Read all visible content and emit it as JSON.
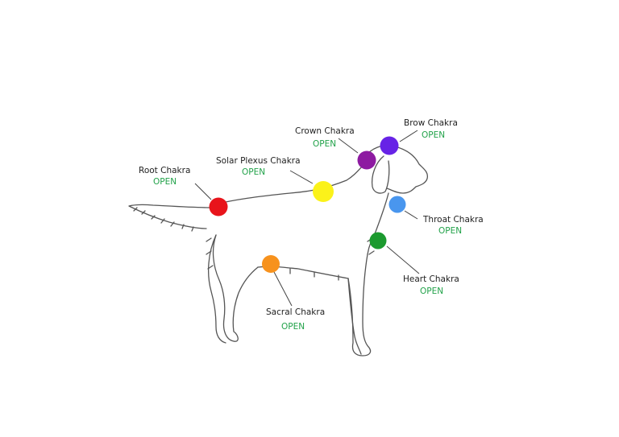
{
  "chakras": [
    {
      "id": "root",
      "name": "Root Chakra",
      "status": "OPEN",
      "color": "#e8141b"
    },
    {
      "id": "solar",
      "name": "Solar Plexus Chakra",
      "status": "OPEN",
      "color": "#fbf21a"
    },
    {
      "id": "crown",
      "name": "Crown Chakra",
      "status": "OPEN",
      "color": "#8d1aa1"
    },
    {
      "id": "brow",
      "name": "Brow Chakra",
      "status": "OPEN",
      "color": "#6723e6"
    },
    {
      "id": "throat",
      "name": "Throat Chakra",
      "status": "OPEN",
      "color": "#4996ee"
    },
    {
      "id": "heart",
      "name": "Heart Chakra",
      "status": "OPEN",
      "color": "#1c9a2f"
    },
    {
      "id": "sacral",
      "name": "Sacral Chakra",
      "status": "OPEN",
      "color": "#f7921d"
    }
  ],
  "status_color": "#22a24a"
}
